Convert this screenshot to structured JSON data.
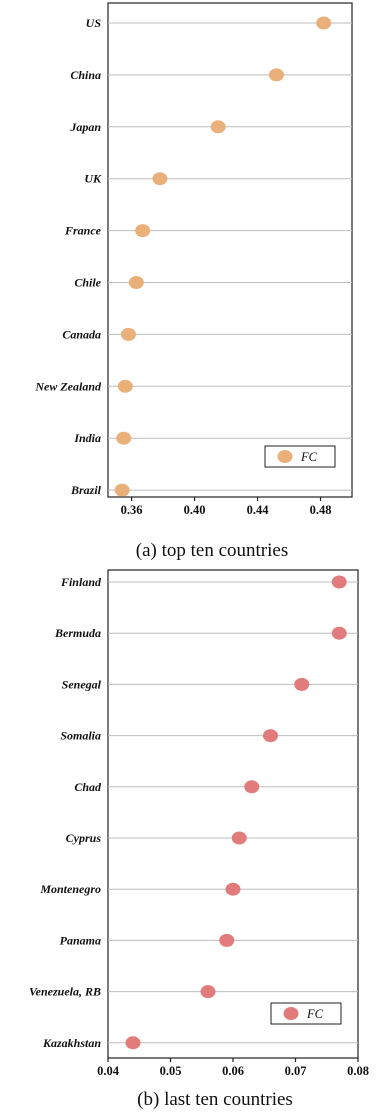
{
  "chart_data": [
    {
      "type": "scatter",
      "caption": "(a) top ten countries",
      "categories": [
        "US",
        "China",
        "Japan",
        "UK",
        "France",
        "Chile",
        "Canada",
        "New Zealand",
        "India",
        "Brazil"
      ],
      "series": [
        {
          "name": "FC",
          "color": "#E9B07A",
          "values": [
            0.482,
            0.452,
            0.415,
            0.378,
            0.367,
            0.363,
            0.358,
            0.356,
            0.355,
            0.354
          ]
        }
      ],
      "xlim": [
        0.345,
        0.5
      ],
      "xticks": [
        0.36,
        0.4,
        0.44,
        0.48
      ],
      "xtick_labels": [
        "0.36",
        "0.40",
        "0.44",
        "0.48"
      ],
      "grid": "horizontal",
      "legend_position": "bottom-right"
    },
    {
      "type": "scatter",
      "caption": "(b) last ten countries",
      "categories": [
        "Finland",
        "Bermuda",
        "Senegal",
        "Somalia",
        "Chad",
        "Cyprus",
        "Montenegro",
        "Panama",
        "Venezuela, RB",
        "Kazakhstan"
      ],
      "series": [
        {
          "name": "FC",
          "color": "#E27B7B",
          "values": [
            0.077,
            0.077,
            0.071,
            0.066,
            0.063,
            0.061,
            0.06,
            0.059,
            0.056,
            0.044
          ]
        }
      ],
      "xlim": [
        0.04,
        0.08
      ],
      "xticks": [
        0.04,
        0.05,
        0.06,
        0.07,
        0.08
      ],
      "xtick_labels": [
        "0.04",
        "0.05",
        "0.06",
        "0.07",
        "0.08"
      ],
      "grid": "horizontal",
      "legend_position": "bottom-right"
    }
  ]
}
